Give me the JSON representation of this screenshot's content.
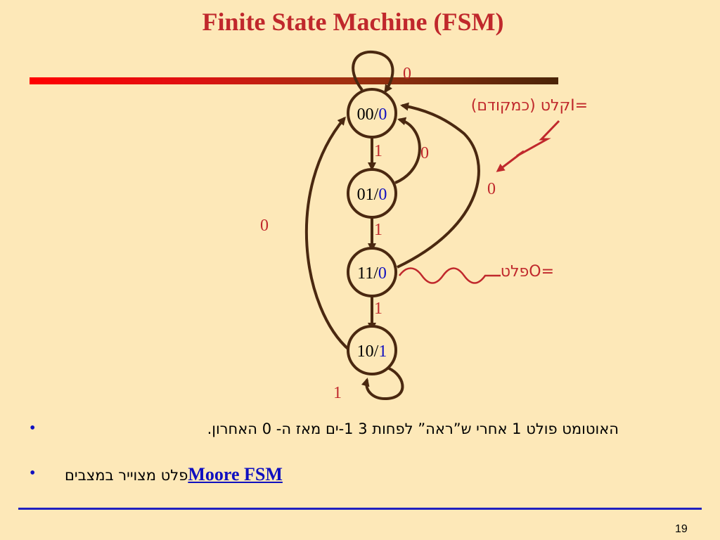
{
  "title": "Finite State Machine (FSM)",
  "diagram": {
    "states": [
      {
        "code": "00/",
        "out": "0"
      },
      {
        "code": "01/",
        "out": "0"
      },
      {
        "code": "11/",
        "out": "0"
      },
      {
        "code": "10/",
        "out": "1"
      }
    ],
    "edge_labels": {
      "self_00": "0",
      "s00_to_01": "1",
      "s01_to_00": "0",
      "s11_to_00": "0",
      "s01_to_11": "1",
      "s10_to_00": "0",
      "s11_to_10": "1",
      "self_10": "1"
    },
    "input_label": "קלט (כמקודם)I=",
    "output_label": "פלטO="
  },
  "bullets": {
    "b1": "האוטומט פולט 1 אחרי ש”ראה” לפחות 3 1-ים מאז ה- 0 האחרון.",
    "b2_link": "Moore FSM",
    "b2_text": "פלט מצוייר במצבים"
  },
  "page_number": "19",
  "colors": {
    "background": "#fde8b8",
    "title": "#c0282c",
    "arrows": "#4a2810",
    "labels": "#c0282c",
    "state_output": "#1010c0"
  }
}
